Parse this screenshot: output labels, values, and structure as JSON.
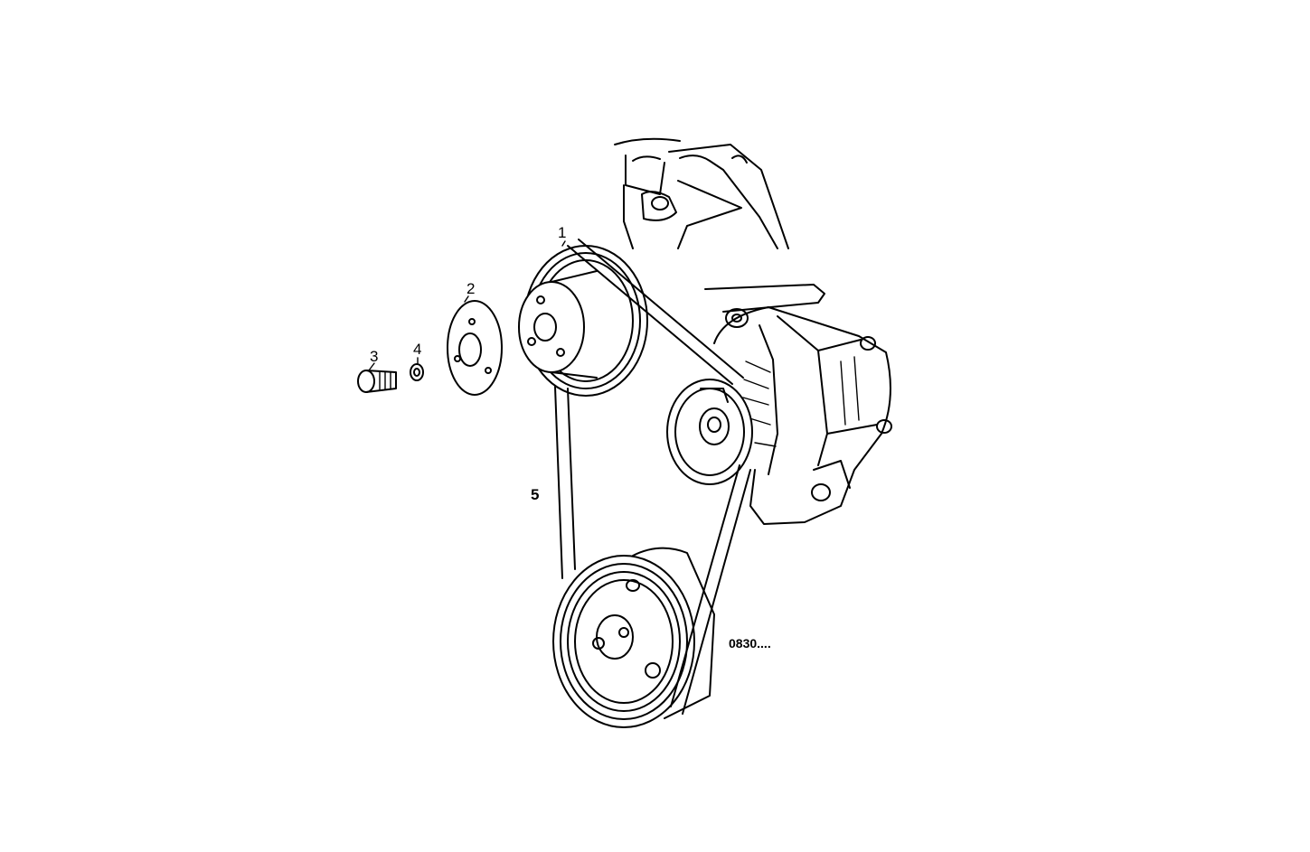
{
  "callouts": {
    "c1": "1",
    "c2": "2",
    "c3": "3",
    "c4": "4",
    "c5": "5"
  },
  "reference_code": "0830....",
  "colors": {
    "line": "#000000",
    "background": "#ffffff"
  }
}
